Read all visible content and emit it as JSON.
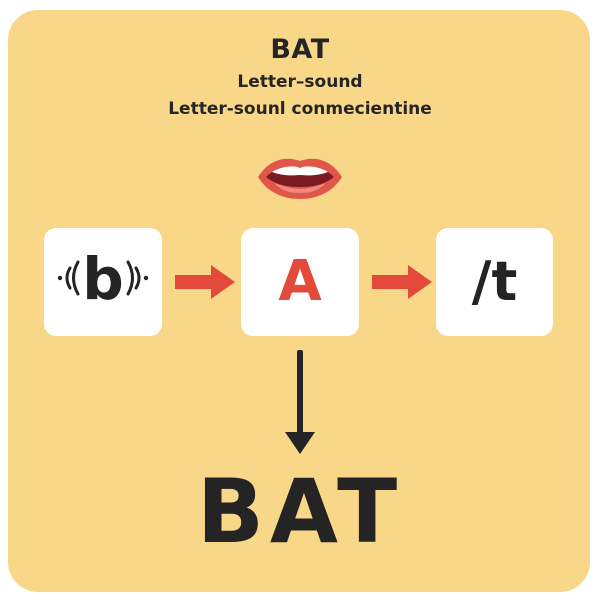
{
  "header": {
    "title": "BAT",
    "subtitle_1": "Letter–sound",
    "subtitle_2": "Letter-sounl conmecientine"
  },
  "icons": {
    "mouth": "mouth-icon",
    "sound_waves": "sound-wave-icon",
    "arrow_right": "arrow-right-icon",
    "arrow_down": "arrow-down-icon"
  },
  "sequence": [
    {
      "label": "b",
      "color": "#242424",
      "has_sound_waves": true
    },
    {
      "label": "A",
      "color": "#e34a3c",
      "has_sound_waves": false
    },
    {
      "label": "/t",
      "color": "#242424",
      "has_sound_waves": false
    }
  ],
  "result": {
    "word": "BAT"
  },
  "colors": {
    "background": "#f8d788",
    "box": "#ffffff",
    "accent_red": "#e34a3c",
    "text_dark": "#242424"
  }
}
